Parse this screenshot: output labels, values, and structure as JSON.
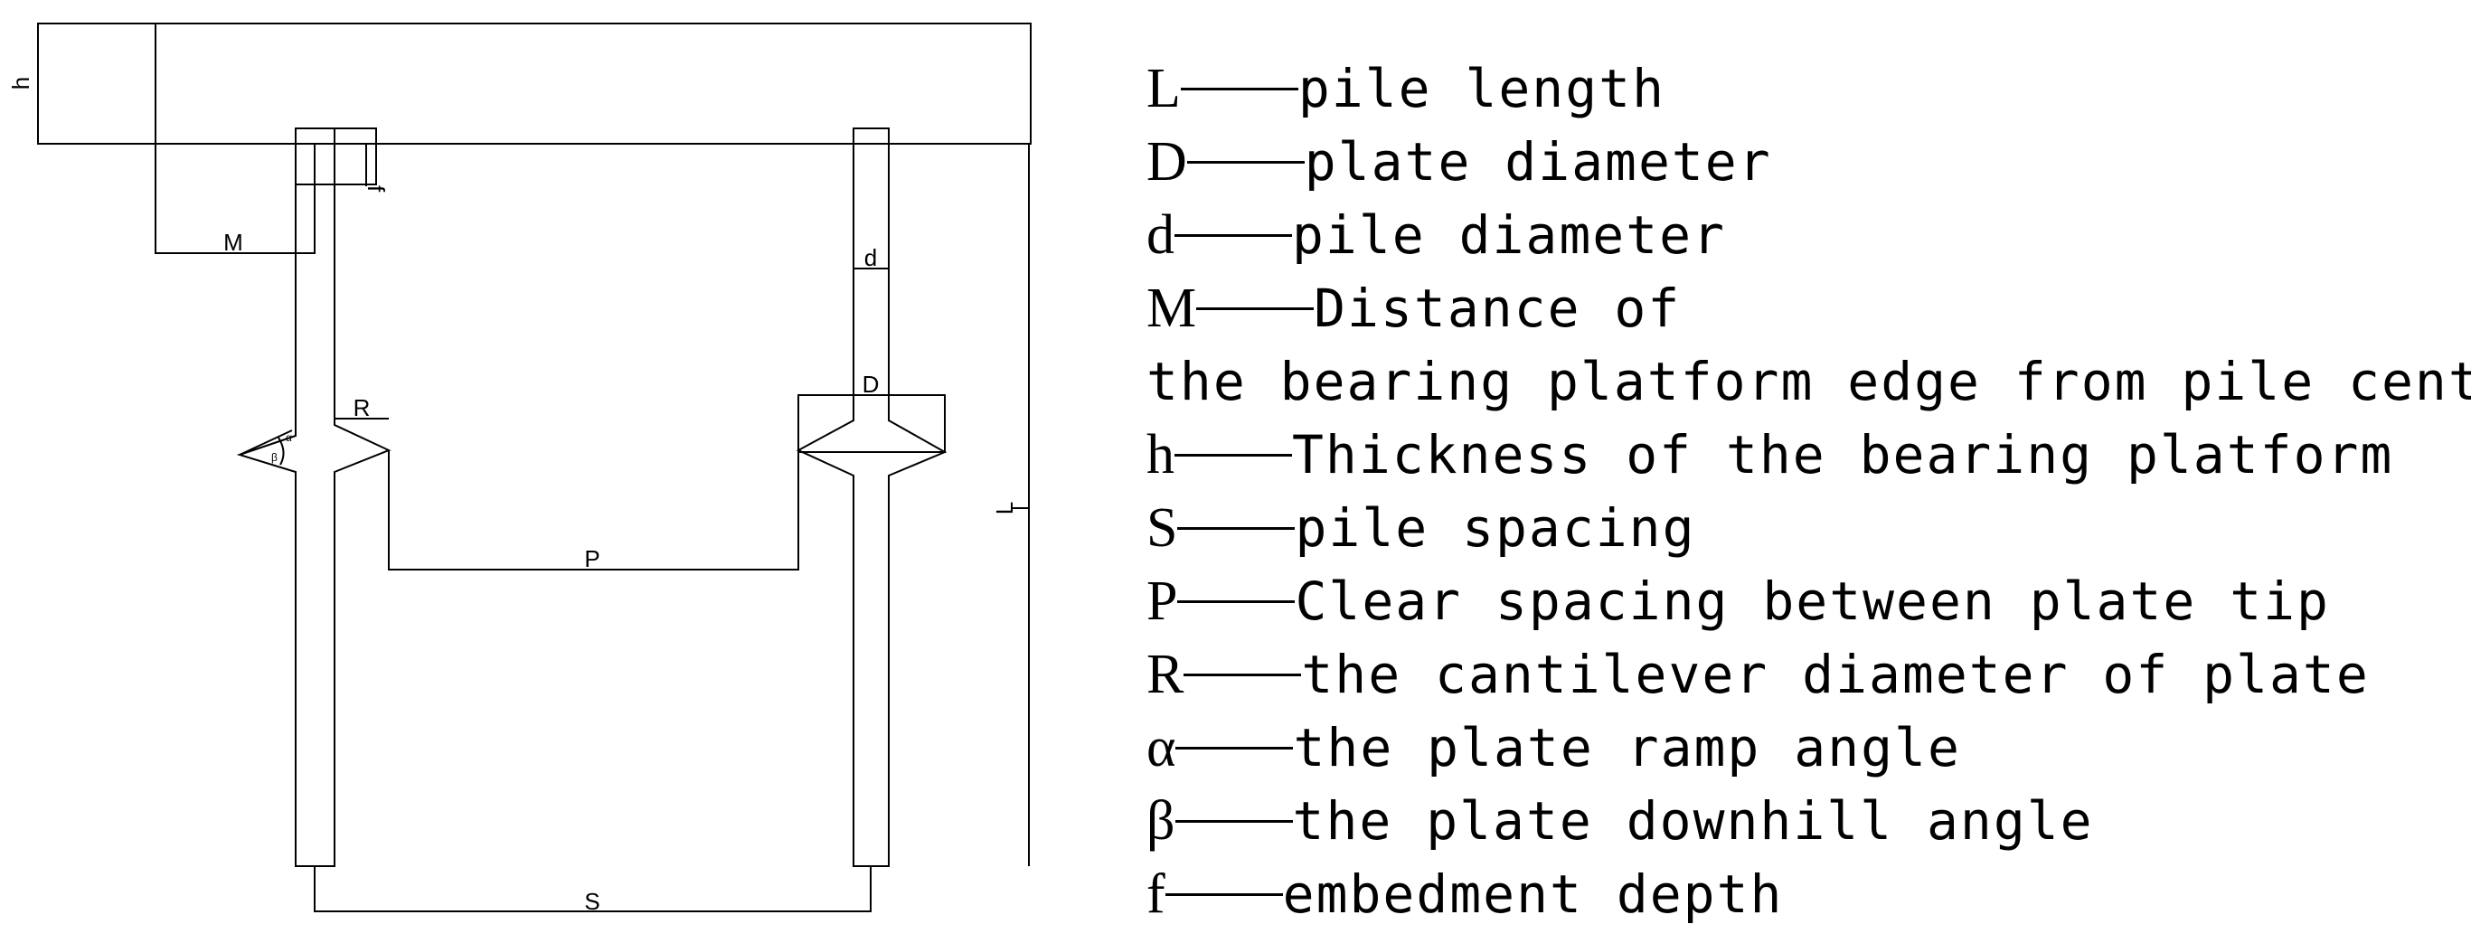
{
  "diagram": {
    "dimension_labels": {
      "h": "h",
      "f": "f",
      "M": "M",
      "d": "d",
      "D": "D",
      "R": "R",
      "P": "P",
      "L": "L",
      "S": "S",
      "beta": "β",
      "alpha": "α"
    }
  },
  "legend": [
    {
      "symbol": "L",
      "description": "pile length"
    },
    {
      "symbol": "D",
      "description": "plate diameter"
    },
    {
      "symbol": "d",
      "description": "pile diameter"
    },
    {
      "symbol": "M",
      "description": "Distance of"
    },
    {
      "symbol": "",
      "description": "the bearing platform edge from pile center"
    },
    {
      "symbol": "h",
      "description": "Thickness of the bearing platform"
    },
    {
      "symbol": "S",
      "description": "pile spacing"
    },
    {
      "symbol": "P",
      "description": "Clear spacing between plate tip"
    },
    {
      "symbol": "R",
      "description": "the cantilever diameter of plate"
    },
    {
      "symbol": "α",
      "description": "the plate ramp angle"
    },
    {
      "symbol": "β",
      "description": "the plate downhill angle"
    },
    {
      "symbol": "f",
      "description": "embedment depth"
    }
  ]
}
